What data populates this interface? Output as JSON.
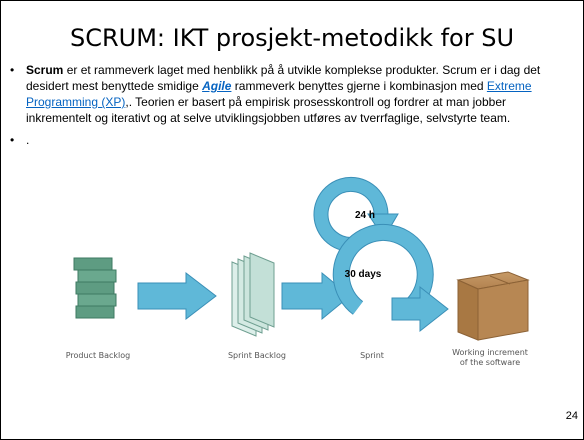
{
  "title": "SCRUM: IKT prosjekt-metodikk for SU",
  "bullets": [
    {
      "term": "Scrum",
      "text_a": " er et rammeverk laget med henblikk på å utvikle komplekse produkter. Scrum er i dag det desidert mest benyttede smidige ",
      "agile": "Agile",
      "text_b": " rammeverk benyttes gjerne i kombinasjon med ",
      "xp_link": "Extreme Programming (XP)",
      "text_c": ",. Teorien er basert på empirisk prosesskontroll og fordrer at man jobber inkrementelt og iterativt og at selve utviklingsjobben utføres av tverrfaglige, selvstyrte team."
    },
    {
      "text": "."
    }
  ],
  "diagram": {
    "loop_small_label": "24 h",
    "loop_large_label": "30 days",
    "product_backlog": "Product Backlog",
    "sprint_backlog": "Sprint Backlog",
    "sprint": "Sprint",
    "increment_line1": "Working increment",
    "increment_line2": "of the software"
  },
  "page_number": "24",
  "colors": {
    "arrow": "#5FB8D8",
    "arrow_stroke": "#3A8FB7",
    "backlog": "#5E9C82",
    "box": "#B78753",
    "link": "#0563C1"
  }
}
